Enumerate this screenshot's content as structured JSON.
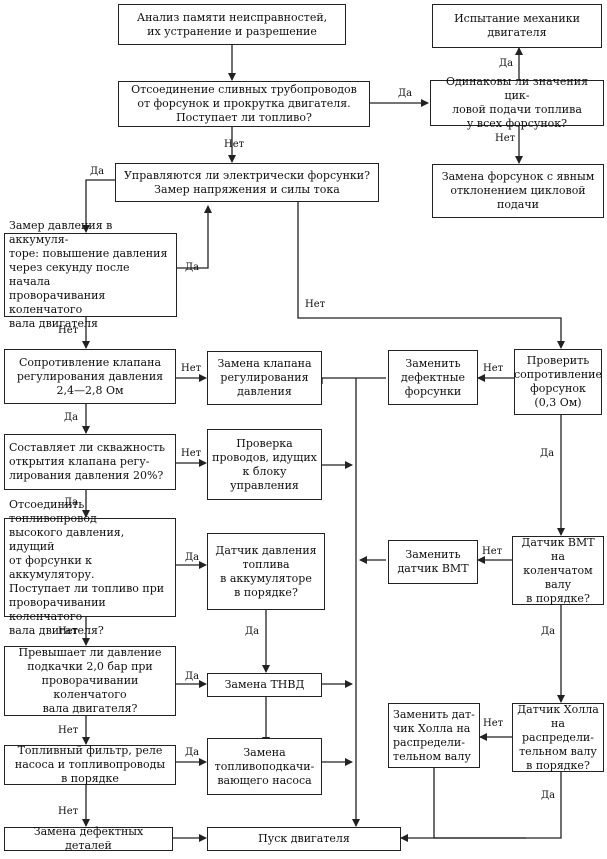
{
  "boxes": {
    "analysis": "Анализ памяти неисправностей,\nих устранение и разрешение",
    "mech_test": "Испытание механики\nдвигателя",
    "disconnect_drain": "Отсоединение сливных трубопроводов\nот форсунок и прокрутка двигателя.\nПоступает ли топливо?",
    "same_cycle_feed": "Одинаковы ли значения цик-\nловой подачи топлива\nу всех форсунок?",
    "electric_injectors": "Управляются ли электрически форсунки?\nЗамер напряжения и силы тока",
    "replace_deviant": "Замена форсунок с явным\nотклонением цикловой\nподачи",
    "accum_pressure": "Замер давления в аккумуля-\nторе: повышение давления\nчерез секунду после начала\nпроворачивания коленчатого\nвала двигателя",
    "valve_resistance": "Сопротивление клапана\nрегулирования давления\n2,4—2,8 Ом",
    "replace_valve": "Замена клапана\nрегулирования\nдавления",
    "replace_injectors": "Заменить\nдефектные\nфорсунки",
    "check_injector_res": "Проверить\nсопротивление\nфорсунок\n(0,3 Ом)",
    "duty_cycle": "Составляет ли скважность\nоткрытия клапана регу-\nлирования давления 20%?",
    "check_wires": "Проверка\nпроводов, идущих\nк блоку\nуправления",
    "disconnect_hp": "Отсоединить топливопровод\nвысокого давления, идущий\nот форсунки к аккумулятору.\nПоступает ли топливо при\nпроворачивании коленчатого\nвала двигателя?",
    "pressure_sensor": "Датчик давления\nтоплива\nв аккумуляторе\nв порядке?",
    "replace_vmt": "Заменить\nдатчик ВМТ",
    "vmt_sensor": "Датчик ВМТ\nна коленчатом\nвалу\nв порядке?",
    "boost_pressure": "Превышает ли давление\nподкачки 2,0 бар при\nпроворачивании коленчатого\nвала двигателя?",
    "replace_tnvd": "Замена ТНВД",
    "replace_hall": "Заменить дат-\nчик Холла на\nраспредели-\nтельном валу",
    "hall_sensor": "Датчик Холла\nна распредели-\nтельном валу\nв порядке?",
    "fuel_filter": "Топливный фильтр, реле\nнасоса и топливопроводы\nв порядке",
    "replace_pump": "Замена\nтопливоподкачи-\nвающего насоса",
    "replace_parts": "Замена дефектных деталей",
    "engine_start": "Пуск двигателя"
  },
  "labels": {
    "yes": "Да",
    "no": "Нет"
  }
}
